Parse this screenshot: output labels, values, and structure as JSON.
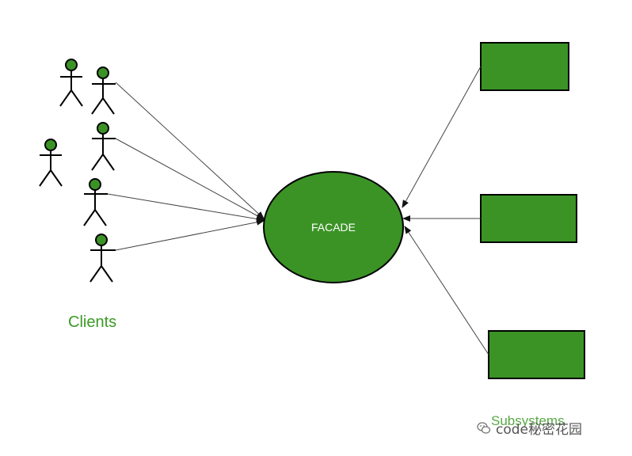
{
  "diagram": {
    "facade_label": "FACADE",
    "clients_label": "Clients",
    "colors": {
      "fill": "#3b9326",
      "stroke": "#000000",
      "arrow": "#444444",
      "label_green": "#3a9a25",
      "facade_text": "#ffffff"
    }
  },
  "watermark": {
    "icon": "wechat-icon",
    "text": "code秘密花园",
    "sub_text": "Subsystems"
  }
}
